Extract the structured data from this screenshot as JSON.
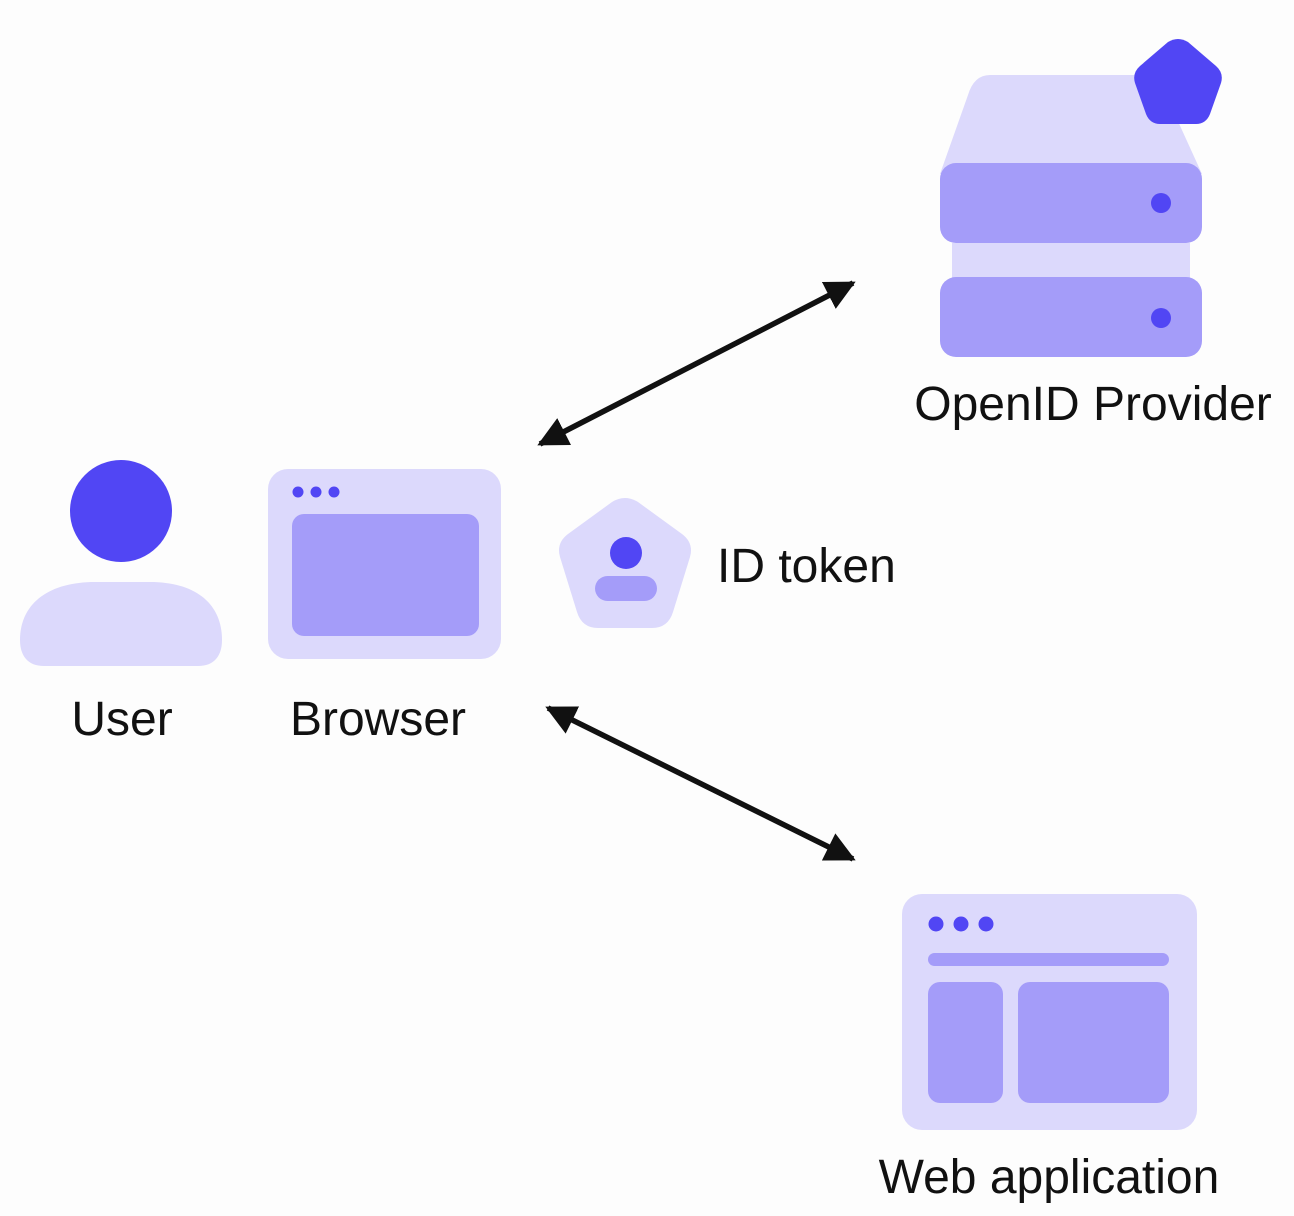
{
  "labels": {
    "user": "User",
    "browser": "Browser",
    "id_token": "ID token",
    "openid_provider": "OpenID Provider",
    "web_application": "Web application"
  },
  "icons": {
    "user": "user-icon",
    "browser": "browser-window-icon",
    "id_token": "id-token-badge-icon",
    "openid_provider": "server-stack-icon",
    "web_application": "web-app-window-icon"
  },
  "colors": {
    "background": "#fdfdfd",
    "light_fill": "#dcd9fc",
    "mid_fill": "#a49cf9",
    "accent": "#5146f4",
    "arrow": "#111111"
  },
  "edges": [
    {
      "from": "browser",
      "to": "openid_provider",
      "direction": "both"
    },
    {
      "from": "browser",
      "to": "web_application",
      "direction": "both"
    }
  ]
}
